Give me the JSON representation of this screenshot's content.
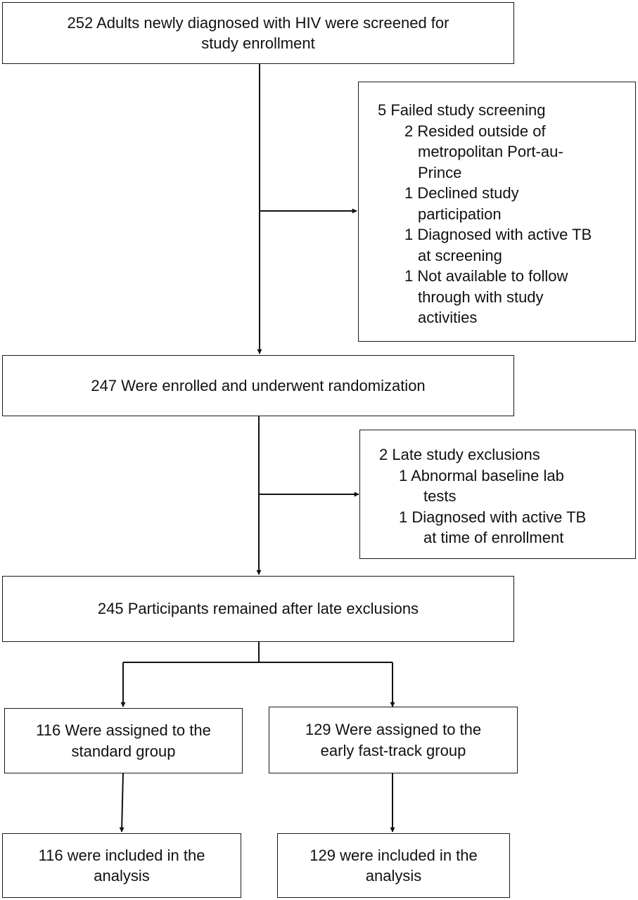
{
  "flowchart": {
    "screened": {
      "lines": [
        "252 Adults newly diagnosed with HIV were screened for",
        "study enrollment"
      ]
    },
    "failed_screening": {
      "heading": "5 Failed study screening",
      "reasons": [
        {
          "lines": [
            "2 Resided outside of",
            "metropolitan Port-au-",
            "Prince"
          ]
        },
        {
          "lines": [
            "1 Declined study",
            "participation"
          ]
        },
        {
          "lines": [
            "1 Diagnosed with active TB",
            "at screening"
          ]
        },
        {
          "lines": [
            "1 Not available to follow",
            "through with study",
            "activities"
          ]
        }
      ]
    },
    "enrolled": {
      "text": "247 Were enrolled and underwent randomization"
    },
    "late_exclusions": {
      "heading": "2 Late study exclusions",
      "reasons": [
        {
          "lines": [
            "1 Abnormal baseline lab",
            "tests"
          ]
        },
        {
          "lines": [
            "1 Diagnosed with active TB",
            "at time of enrollment"
          ]
        }
      ]
    },
    "remained": {
      "text": "245 Participants remained after late exclusions"
    },
    "standard_group": {
      "lines": [
        "116 Were assigned to the",
        "standard group"
      ]
    },
    "fast_track_group": {
      "lines": [
        "129 Were assigned to the",
        "early fast-track group"
      ]
    },
    "standard_analysis": {
      "lines": [
        "116 were included in the",
        "analysis"
      ]
    },
    "fast_track_analysis": {
      "lines": [
        "129 were included in the",
        "analysis"
      ]
    }
  }
}
